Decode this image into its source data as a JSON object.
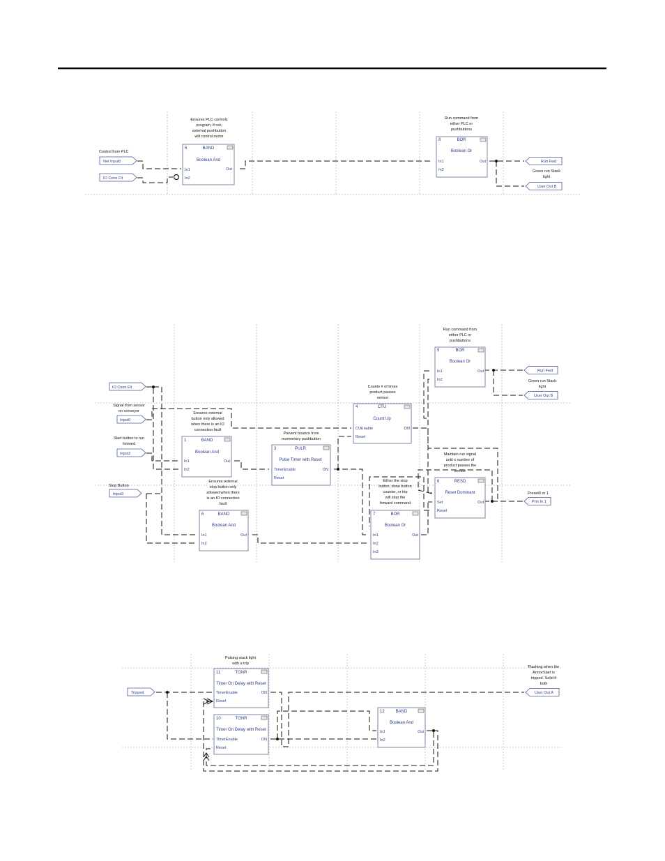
{
  "diagram1": {
    "blocks": {
      "band5": {
        "num": "5",
        "type": "BAND",
        "name": "Boolean And",
        "in1": "In1",
        "in2": "In2",
        "out": "Out"
      },
      "bor8": {
        "num": "8",
        "type": "BOR",
        "name": "Boolean Or",
        "in1": "In1",
        "in2": "In2",
        "out": "Out"
      }
    },
    "tags": {
      "net_input0": "Net Input0",
      "io_conn_flt": "IO Conn Flt",
      "run_fwd": "Run Fwd",
      "user_out_b": "User Out B"
    },
    "comments": {
      "control_from_plc": "Control from PLC",
      "ensures_plc_1": "Ensures PLC controls",
      "ensures_plc_2": "program, if not,",
      "ensures_plc_3": "external pushbutton",
      "ensures_plc_4": "will control motor",
      "run_cmd_1": "Run command from",
      "run_cmd_2": "either PLC or",
      "run_cmd_3": "pushbuttons",
      "green_1": "Green run Stack",
      "green_2": "light"
    }
  },
  "diagram2": {
    "blocks": {
      "bor9": {
        "num": "9",
        "type": "BOR",
        "name": "Boolean Or",
        "in1": "In1",
        "in2": "In2",
        "out": "Out"
      },
      "ctu4": {
        "num": "4",
        "type": "CTU",
        "name": "Count Up",
        "in1": "CUEnable",
        "in2": "Reset",
        "out": "DN"
      },
      "band1": {
        "num": "1",
        "type": "BAND",
        "name": "Boolean And",
        "in1": "In1",
        "in2": "In2",
        "out": "Out"
      },
      "pulr3": {
        "num": "3",
        "type": "PULR",
        "name": "Pulse Timer with Reset",
        "in1": "TimerEnable",
        "in2": "Reset",
        "out": "DN"
      },
      "resd6": {
        "num": "6",
        "type": "RESD",
        "name": "Reset Dominant",
        "in1": "Set",
        "in2": "Reset",
        "out": "Out"
      },
      "band6": {
        "num": "6",
        "type": "BAND",
        "name": "Boolean And",
        "in1": "In1",
        "in2": "In2",
        "out": "Out"
      },
      "bor7": {
        "num": "7",
        "type": "BOR",
        "name": "Boolean Or",
        "in1": "In1",
        "in2": "In2",
        "in3": "In3",
        "out": "Out"
      }
    },
    "tags": {
      "io_conn_flt": "IO Conn Flt",
      "input0": "Input0",
      "input2": "Input2",
      "input3": "Input3",
      "run_fwd": "Run Fwd",
      "user_out_b": "User Out B",
      "prm_in1": "Prm In 1"
    },
    "comments": {
      "run_cmd_1": "Run command from",
      "run_cmd_2": "either PLC or",
      "run_cmd_3": "pushbuttons",
      "green_1": "Green run Stack",
      "green_2": "light",
      "counts_1": "Counts # of times",
      "counts_2": "product passes",
      "counts_3": "sensor",
      "signal_1": "Signal from sensor",
      "signal_2": "on conveyor",
      "ens_ext_1": "Ensures external",
      "ens_ext_2": "button only allowed",
      "ens_ext_3": "when there is an IO",
      "ens_ext_4": "connection fault",
      "prevent_1": "Prevent bounce from",
      "prevent_2": "momentary pushbutton",
      "start_1": "Start button to run",
      "start_2": "forward",
      "maintain_1": "Maintain run signal",
      "maintain_2": "until x number of",
      "maintain_3": "product passes the",
      "maintain_4": "sensor",
      "stop_button": "Stop Button",
      "ens_stop_1": "Ensures external",
      "ens_stop_2": "stop button only",
      "ens_stop_3": "allowed when there",
      "ens_stop_4": "is an IO connection",
      "ens_stop_5": "fault",
      "either_1": "Either the stop",
      "either_2": "button, done button",
      "either_3": "counter, or trip",
      "either_4": "will stop the",
      "either_5": "forward command",
      "preset_1": "Preset0 or 1"
    }
  },
  "diagram3": {
    "blocks": {
      "tonr11": {
        "num": "11",
        "type": "TONR",
        "name": "Timer On Delay with Reset",
        "in1": "TimerEnable",
        "in2": "Reset",
        "out": "DN"
      },
      "tonr10": {
        "num": "10",
        "type": "TONR",
        "name": "Timer On Delay with Reset",
        "in1": "TimerEnable",
        "in2": "Reset",
        "out": "DN"
      },
      "band12": {
        "num": "12",
        "type": "BAND",
        "name": "Boolean And",
        "in1": "In1",
        "in2": "In2",
        "out": "Out"
      }
    },
    "tags": {
      "tripped": "Tripped",
      "user_out_a": "User Out A"
    },
    "comments": {
      "pulsing_1": "Pulsing stack light",
      "pulsing_2": "with a trip",
      "flash_1": "Flashing when the",
      "flash_2": "ArmorStart is",
      "flash_3": "tripped. Solid if",
      "flash_4": "both"
    }
  },
  "colors": {
    "block_text": "#2a3a88",
    "wire": "#111111",
    "grid": "#b8b8b8"
  }
}
